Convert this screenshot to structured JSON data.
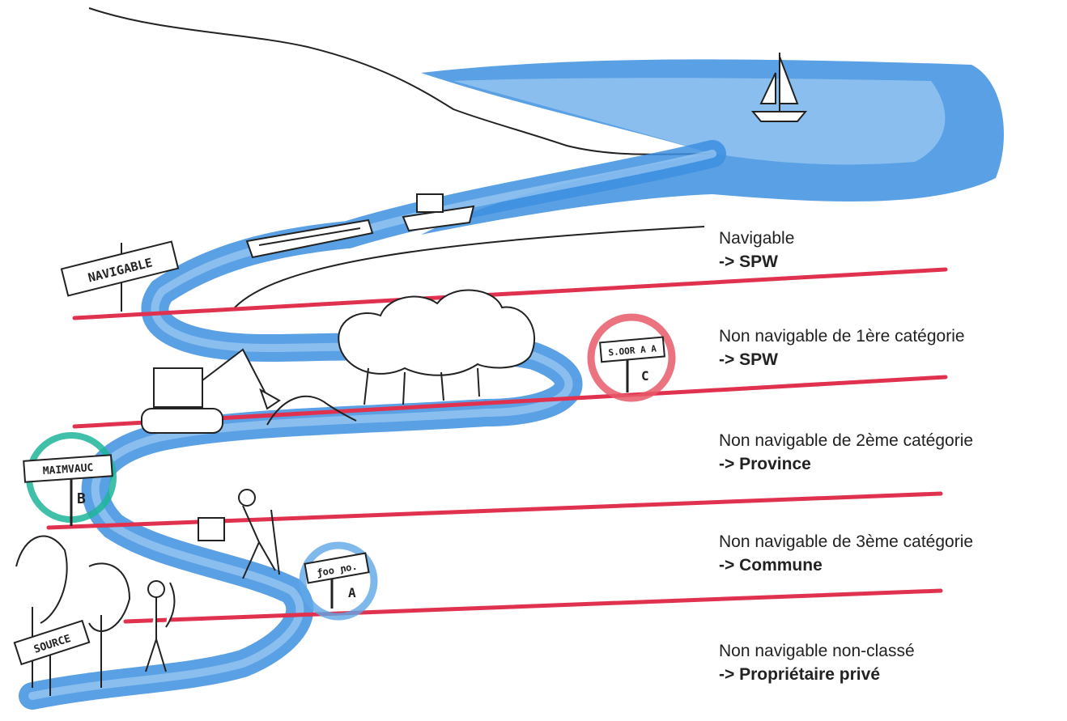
{
  "zones": [
    {
      "id": "navigable",
      "category": "Navigable",
      "authority": "-> SPW"
    },
    {
      "id": "cat1",
      "category": "Non navigable de 1ère catégorie",
      "authority": "-> SPW"
    },
    {
      "id": "cat2",
      "category": "Non navigable de 2ème catégorie",
      "authority": "-> Province"
    },
    {
      "id": "cat3",
      "category": "Non navigable de 3ème catégorie",
      "authority": "-> Commune"
    },
    {
      "id": "unclassified",
      "category": "Non navigable non-classé",
      "authority": "-> Propriétaire privé"
    }
  ],
  "signs": {
    "navigable": "NAVIGABLE",
    "c_text": "S.OOR A A",
    "c_letter": "C",
    "b_text": "MAIMVAUC",
    "b_letter": "B",
    "a_text": "ƒoo ɲo.",
    "a_letter": "A",
    "source": "SOURCE"
  },
  "colors": {
    "river": "#3d8fe0",
    "river_light": "#9ccaf3",
    "boundary": "#e0314f",
    "circle_c": "#e85a6a",
    "circle_b": "#1fb59a",
    "circle_a": "#5fa8e6",
    "ink": "#222222"
  }
}
